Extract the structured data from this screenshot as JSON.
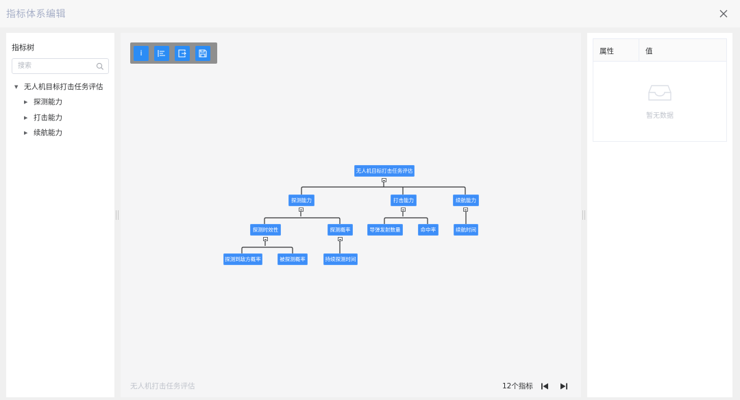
{
  "dialog": {
    "title": "指标体系编辑"
  },
  "left_panel": {
    "title": "指标树",
    "search_placeholder": "搜索",
    "tree": {
      "root": "无人机目标打击任务评估",
      "children": [
        "探测能力",
        "打击能力",
        "续航能力"
      ]
    }
  },
  "mindmap": {
    "root": "无人机目标打击任务评估",
    "level1": [
      "探测能力",
      "打击能力",
      "续航能力"
    ],
    "level2": [
      "探测时效性",
      "探测概率",
      "导弹发射数量",
      "命中率",
      "续航时间"
    ],
    "level3": [
      "探测到敌方概率",
      "被探测概率",
      "持续探测时间"
    ]
  },
  "toolbar": {
    "info_label": "i",
    "buttons": [
      "info-icon",
      "align-left-icon",
      "export-icon",
      "save-icon"
    ]
  },
  "footer": {
    "name": "无人机打击任务评估",
    "count": "12个指标"
  },
  "right_panel": {
    "col_property": "属性",
    "col_value": "值",
    "empty_text": "暂无数据"
  },
  "colors": {
    "node": "#3d8ef8",
    "tool_button": "#2b8cf5",
    "toolbar_bg": "#8f8f8f"
  }
}
